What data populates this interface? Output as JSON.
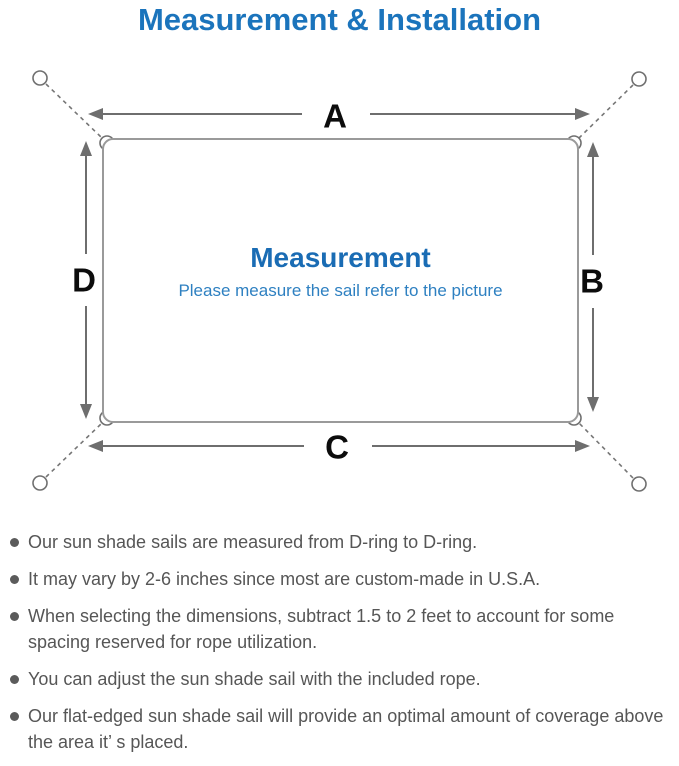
{
  "header": {
    "title": "Measurement & Installation"
  },
  "diagram": {
    "dimension_labels": {
      "top": "A",
      "right": "B",
      "bottom": "C",
      "left": "D"
    },
    "center_title": "Measurement",
    "center_subtitle": "Please measure the sail refer to the picture",
    "icons": [
      "anchor-ring-icon",
      "d-ring-icon",
      "dimension-arrow-icon",
      "tension-rope-dashed-line"
    ],
    "colors": {
      "title_blue": "#1b74bc",
      "center_title_blue": "#1a6cb4",
      "subtitle_blue": "#2e80c1",
      "sail_border_gray": "#9a9a9a",
      "arrow_gray": "#6e6e6e",
      "label_black": "#0c0c0c",
      "note_text_gray": "#565656"
    }
  },
  "notes": {
    "items": [
      "Our sun shade sails are measured from D-ring to D-ring.",
      "It may vary by 2-6 inches since most are custom-made in U.S.A.",
      "When selecting the dimensions, subtract 1.5 to 2 feet to account for some spacing reserved for rope utilization.",
      "You can adjust the sun shade sail with the included rope.",
      "Our flat-edged sun shade sail will provide an optimal amount of coverage above the area it’ s placed."
    ]
  }
}
